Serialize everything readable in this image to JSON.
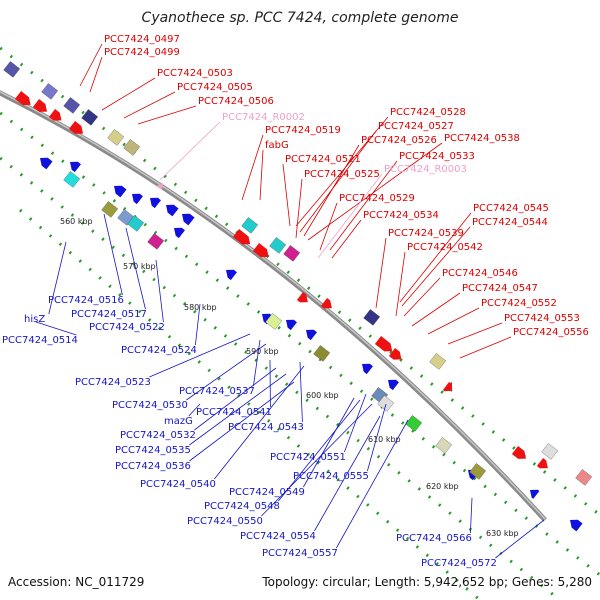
{
  "title": "Cyanothece sp. PCC 7424, complete genome",
  "footer": {
    "accession": "Accession: NC_011729",
    "summary": "Topology: circular; Length: 5,942,652 bp; Genes: 5,280"
  },
  "colors": {
    "forward_label": "#dd0000",
    "reverse_label": "#1515c8",
    "rna_label": "#f0a0c8",
    "forward_gene": "#ee1111",
    "reverse_gene": "#1111dd",
    "backbone": "#8a8a8a",
    "tick": "#2a9a2a"
  },
  "scale": {
    "ticks": [
      {
        "label": "560 kbp"
      },
      {
        "label": "570 kbp"
      },
      {
        "label": "580 kbp"
      },
      {
        "label": "590 kbp"
      },
      {
        "label": "600 kbp"
      },
      {
        "label": "610 kbp"
      },
      {
        "label": "620 kbp"
      },
      {
        "label": "630 kbp"
      }
    ]
  },
  "labels": {
    "forward": [
      "PCC7424_0497",
      "PCC7424_0499",
      "PCC7424_0503",
      "PCC7424_0505",
      "PCC7424_0506",
      "PCC7424_0519",
      "fabG",
      "PCC7424_0521",
      "PCC7424_0525",
      "PCC7424_0528",
      "PCC7424_0527",
      "PCC7424_0526",
      "PCC7424_0538",
      "PCC7424_0533",
      "PCC7424_0529",
      "PCC7424_0534",
      "PCC7424_0539",
      "PCC7424_0542",
      "PCC7424_0545",
      "PCC7424_0544",
      "PCC7424_0546",
      "PCC7424_0547",
      "PCC7424_0552",
      "PCC7424_0553",
      "PCC7424_0556"
    ],
    "rna": [
      "PCC7424_R0002",
      "PCC7424_R0003"
    ],
    "reverse": [
      "PCC7424_0516",
      "hisZ",
      "PCC7424_0517",
      "PCC7424_0514",
      "PCC7424_0522",
      "PCC7424_0524",
      "PCC7424_0523",
      "PCC7424_0537",
      "PCC7424_0530",
      "mazG",
      "PCC7424_0541",
      "PCC7424_0532",
      "PCC7424_0543",
      "PCC7424_0535",
      "PCC7424_0536",
      "PCC7424_0551",
      "PCC7424_0540",
      "PCC7424_0555",
      "PCC7424_0549",
      "PCC7424_0548",
      "PCC7424_0550",
      "PCC7424_0554",
      "PCC7424_0557",
      "PCC7424_0566",
      "PCC7424_0572"
    ]
  }
}
